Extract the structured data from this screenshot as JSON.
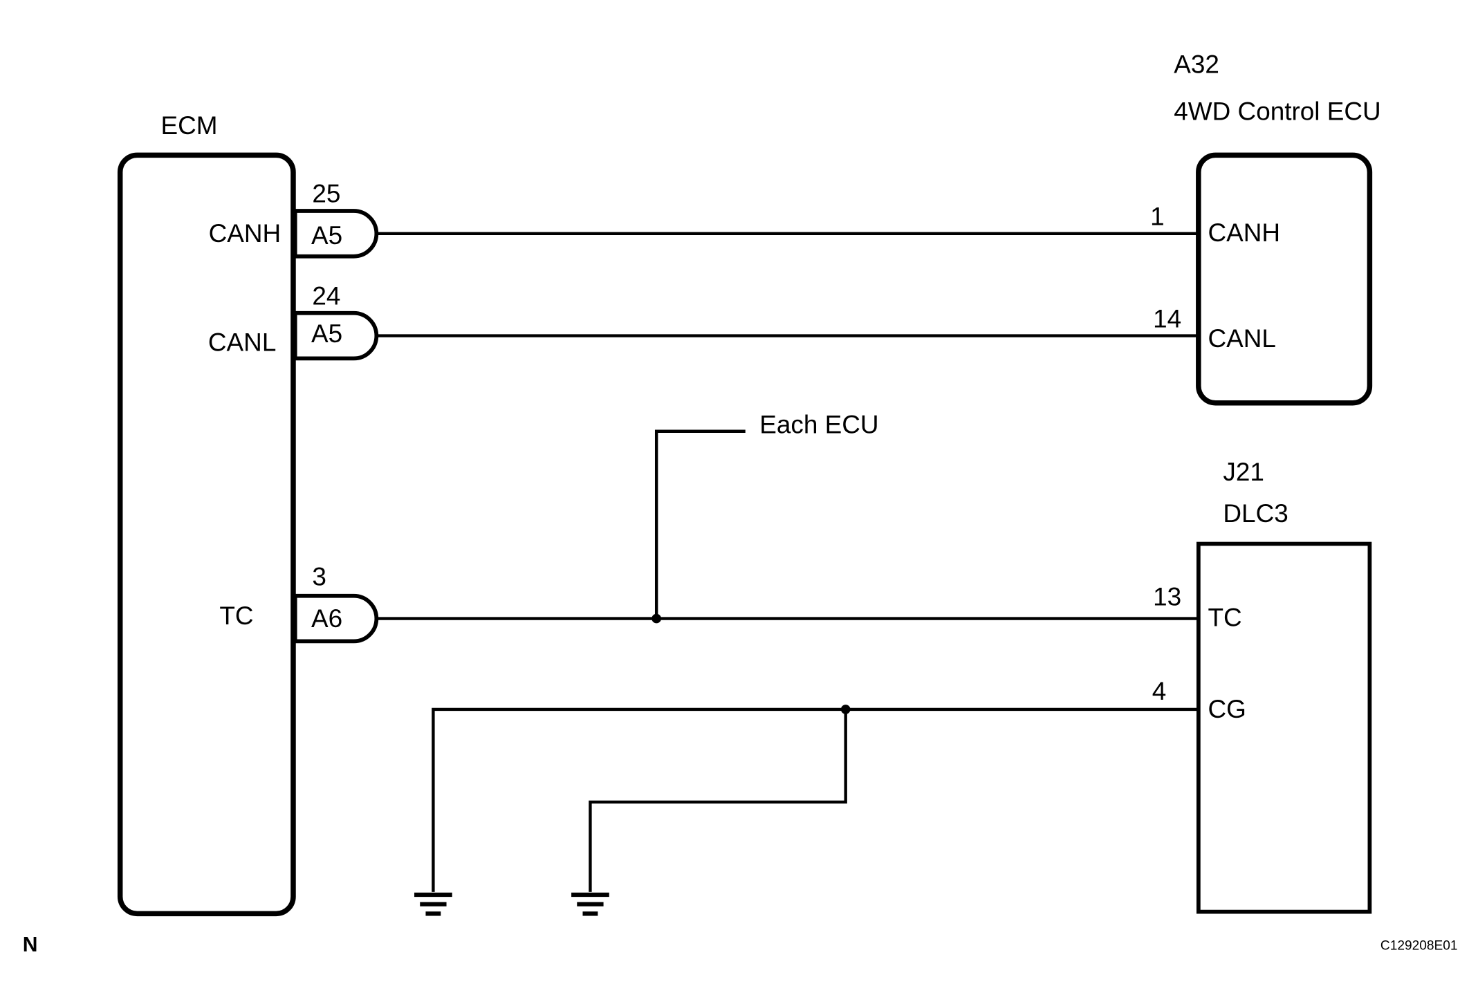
{
  "ecm": {
    "title": "ECM",
    "pins": {
      "canh": "CANH",
      "canl": "CANL",
      "tc": "TC"
    },
    "connectors": [
      {
        "pin": "25",
        "code": "A5"
      },
      {
        "pin": "24",
        "code": "A5"
      },
      {
        "pin": "3",
        "code": "A6"
      }
    ]
  },
  "awd_ecu": {
    "code": "A32",
    "title": "4WD Control ECU",
    "pins": {
      "canh": "CANH",
      "canl": "CANL"
    },
    "pin_numbers": {
      "canh": "1",
      "canl": "14"
    }
  },
  "dlc3": {
    "code": "J21",
    "title": "DLC3",
    "pins": {
      "tc": "TC",
      "cg": "CG"
    },
    "pin_numbers": {
      "tc": "13",
      "cg": "4"
    }
  },
  "branch_label": "Each ECU",
  "corner_left": "N",
  "corner_right": "C129208E01"
}
